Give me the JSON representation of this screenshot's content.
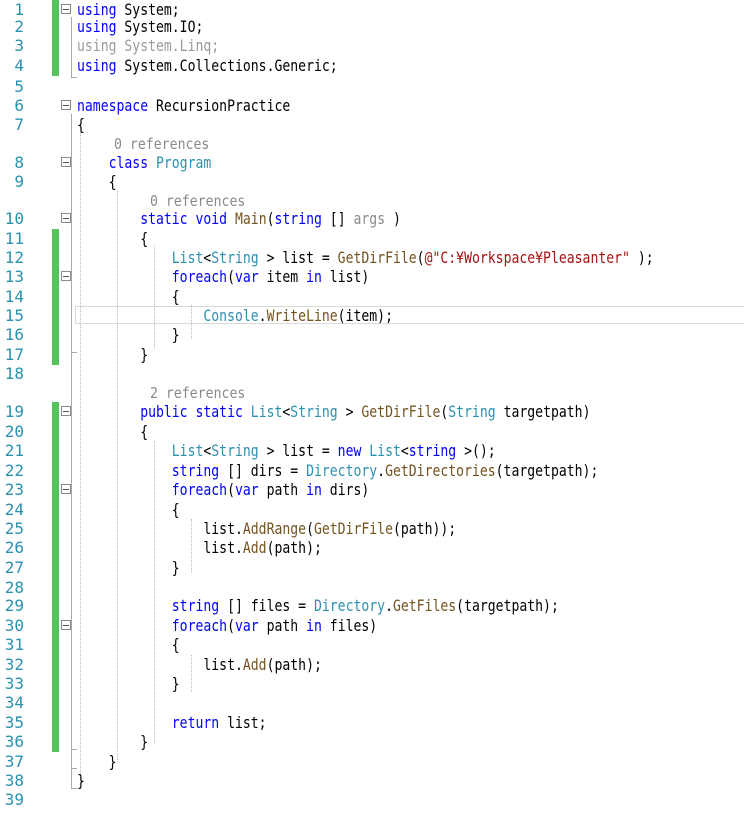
{
  "editor": {
    "language": "C#",
    "colors": {
      "line_number": "#2b91af",
      "change_bar": "#57c25e",
      "keyword": "#0000ff",
      "type": "#2b91af",
      "method": "#74531f",
      "string": "#a31515",
      "codelens": "#8a8a8a",
      "unused_import": "#9b9b9b"
    },
    "code_lenses": {
      "class_program": "0 references",
      "method_main": "0 references",
      "method_getdirfile": "2 references"
    },
    "lines": [
      {
        "n": "1",
        "changed": true,
        "fold": true,
        "tokens": [
          [
            "kw",
            "using"
          ],
          [
            "",
            "System;"
          ]
        ]
      },
      {
        "n": "2",
        "changed": true,
        "fold": false,
        "tokens": [
          [
            "kw",
            "using"
          ],
          [
            "",
            "System.IO;"
          ]
        ]
      },
      {
        "n": "3",
        "changed": true,
        "fold": false,
        "tokens": [
          [
            "dim",
            "using System.Linq;"
          ]
        ]
      },
      {
        "n": "4",
        "changed": true,
        "fold": false,
        "tokens": [
          [
            "kw",
            "using"
          ],
          [
            "",
            "System.Collections.Generic;"
          ]
        ]
      },
      {
        "n": "5",
        "changed": false,
        "fold": false,
        "tokens": []
      },
      {
        "n": "6",
        "changed": false,
        "fold": true,
        "tokens": [
          [
            "kw",
            "namespace"
          ],
          [
            "",
            "RecursionPractice"
          ]
        ]
      },
      {
        "n": "7",
        "changed": false,
        "fold": false,
        "tokens": [
          [
            "",
            "{"
          ]
        ]
      },
      {
        "n": "8",
        "changed": false,
        "fold": true,
        "tokens": [
          [
            "",
            "    "
          ],
          [
            "kw",
            "class"
          ],
          [
            "ty",
            "Program"
          ]
        ]
      },
      {
        "n": "9",
        "changed": false,
        "fold": false,
        "tokens": [
          [
            "",
            "    {"
          ]
        ]
      },
      {
        "n": "10",
        "changed": false,
        "fold": true,
        "tokens": [
          [
            "",
            "        "
          ],
          [
            "kw",
            "static"
          ],
          [
            "kw",
            "void"
          ],
          [
            "mt",
            "Main"
          ],
          [
            "",
            "("
          ],
          [
            "kw",
            "string"
          ],
          [
            "",
            "[] "
          ],
          [
            "gr",
            "args"
          ],
          [
            "",
            ")"
          ]
        ]
      },
      {
        "n": "11",
        "changed": true,
        "fold": false,
        "tokens": [
          [
            "",
            "        {"
          ]
        ]
      },
      {
        "n": "12",
        "changed": true,
        "fold": false,
        "tokens": [
          [
            "",
            "            "
          ],
          [
            "ty",
            "List"
          ],
          [
            "",
            "<"
          ],
          [
            "ty",
            "String"
          ],
          [
            "",
            "> list = "
          ],
          [
            "mt",
            "GetDirFile"
          ],
          [
            "",
            "("
          ],
          [
            "st",
            "@\"C:¥Workspace¥Pleasanter\""
          ],
          [
            "",
            ");"
          ]
        ]
      },
      {
        "n": "13",
        "changed": true,
        "fold": true,
        "tokens": [
          [
            "",
            "            "
          ],
          [
            "kw",
            "foreach"
          ],
          [
            "",
            "("
          ],
          [
            "kw",
            "var"
          ],
          [
            "",
            "item "
          ],
          [
            "kw",
            "in"
          ],
          [
            "",
            "list)"
          ]
        ]
      },
      {
        "n": "14",
        "changed": true,
        "fold": false,
        "tokens": [
          [
            "",
            "            {"
          ]
        ]
      },
      {
        "n": "15",
        "changed": true,
        "fold": false,
        "tokens": [
          [
            "",
            "                "
          ],
          [
            "ty",
            "Console"
          ],
          [
            "",
            "."
          ],
          [
            "mt",
            "WriteLine"
          ],
          [
            "",
            "(item);"
          ]
        ]
      },
      {
        "n": "16",
        "changed": true,
        "fold": false,
        "tokens": [
          [
            "",
            "            }"
          ]
        ]
      },
      {
        "n": "17",
        "changed": true,
        "fold": false,
        "tokens": [
          [
            "",
            "        }"
          ]
        ]
      },
      {
        "n": "18",
        "changed": false,
        "fold": false,
        "tokens": []
      },
      {
        "n": "19",
        "changed": true,
        "fold": true,
        "tokens": [
          [
            "",
            "        "
          ],
          [
            "kw",
            "public"
          ],
          [
            "kw",
            "static"
          ],
          [
            "ty",
            "List"
          ],
          [
            "",
            "<"
          ],
          [
            "ty",
            "String"
          ],
          [
            "",
            "> "
          ],
          [
            "mt",
            "GetDirFile"
          ],
          [
            "",
            "("
          ],
          [
            "ty",
            "String"
          ],
          [
            "",
            "targetpath)"
          ]
        ]
      },
      {
        "n": "20",
        "changed": true,
        "fold": false,
        "tokens": [
          [
            "",
            "        {"
          ]
        ]
      },
      {
        "n": "21",
        "changed": true,
        "fold": false,
        "tokens": [
          [
            "",
            "            "
          ],
          [
            "ty",
            "List"
          ],
          [
            "",
            "<"
          ],
          [
            "ty",
            "String"
          ],
          [
            "",
            "> list = "
          ],
          [
            "kw",
            "new"
          ],
          [
            "ty",
            "List"
          ],
          [
            "",
            "<"
          ],
          [
            "kw",
            "string"
          ],
          [
            "",
            ">();"
          ]
        ]
      },
      {
        "n": "22",
        "changed": true,
        "fold": false,
        "tokens": [
          [
            "",
            "            "
          ],
          [
            "kw",
            "string"
          ],
          [
            "",
            "[] dirs = "
          ],
          [
            "ty",
            "Directory"
          ],
          [
            "",
            "."
          ],
          [
            "mt",
            "GetDirectories"
          ],
          [
            "",
            "(targetpath);"
          ]
        ]
      },
      {
        "n": "23",
        "changed": true,
        "fold": true,
        "tokens": [
          [
            "",
            "            "
          ],
          [
            "kw",
            "foreach"
          ],
          [
            "",
            "("
          ],
          [
            "kw",
            "var"
          ],
          [
            "",
            "path "
          ],
          [
            "kw",
            "in"
          ],
          [
            "",
            "dirs)"
          ]
        ]
      },
      {
        "n": "24",
        "changed": true,
        "fold": false,
        "tokens": [
          [
            "",
            "            {"
          ]
        ]
      },
      {
        "n": "25",
        "changed": true,
        "fold": false,
        "tokens": [
          [
            "",
            "                list."
          ],
          [
            "mt",
            "AddRange"
          ],
          [
            "",
            "("
          ],
          [
            "mt",
            "GetDirFile"
          ],
          [
            "",
            "(path));"
          ]
        ]
      },
      {
        "n": "26",
        "changed": true,
        "fold": false,
        "tokens": [
          [
            "",
            "                list."
          ],
          [
            "mt",
            "Add"
          ],
          [
            "",
            "(path);"
          ]
        ]
      },
      {
        "n": "27",
        "changed": true,
        "fold": false,
        "tokens": [
          [
            "",
            "            }"
          ]
        ]
      },
      {
        "n": "28",
        "changed": true,
        "fold": false,
        "tokens": []
      },
      {
        "n": "29",
        "changed": true,
        "fold": false,
        "tokens": [
          [
            "",
            "            "
          ],
          [
            "kw",
            "string"
          ],
          [
            "",
            "[] files = "
          ],
          [
            "ty",
            "Directory"
          ],
          [
            "",
            "."
          ],
          [
            "mt",
            "GetFiles"
          ],
          [
            "",
            "(targetpath);"
          ]
        ]
      },
      {
        "n": "30",
        "changed": true,
        "fold": true,
        "tokens": [
          [
            "",
            "            "
          ],
          [
            "kw",
            "foreach"
          ],
          [
            "",
            "("
          ],
          [
            "kw",
            "var"
          ],
          [
            "",
            "path "
          ],
          [
            "kw",
            "in"
          ],
          [
            "",
            "files)"
          ]
        ]
      },
      {
        "n": "31",
        "changed": true,
        "fold": false,
        "tokens": [
          [
            "",
            "            {"
          ]
        ]
      },
      {
        "n": "32",
        "changed": true,
        "fold": false,
        "tokens": [
          [
            "",
            "                list."
          ],
          [
            "mt",
            "Add"
          ],
          [
            "",
            "(path);"
          ]
        ]
      },
      {
        "n": "33",
        "changed": true,
        "fold": false,
        "tokens": [
          [
            "",
            "            }"
          ]
        ]
      },
      {
        "n": "34",
        "changed": true,
        "fold": false,
        "tokens": []
      },
      {
        "n": "35",
        "changed": true,
        "fold": false,
        "tokens": [
          [
            "",
            "            "
          ],
          [
            "kw",
            "return"
          ],
          [
            "",
            "list;"
          ]
        ]
      },
      {
        "n": "36",
        "changed": true,
        "fold": false,
        "tokens": [
          [
            "",
            "        }"
          ]
        ]
      },
      {
        "n": "37",
        "changed": false,
        "fold": false,
        "tokens": [
          [
            "",
            "    }"
          ]
        ]
      },
      {
        "n": "38",
        "changed": false,
        "fold": false,
        "tokens": [
          [
            "",
            "}"
          ]
        ]
      },
      {
        "n": "39",
        "changed": false,
        "fold": false,
        "tokens": []
      }
    ]
  }
}
